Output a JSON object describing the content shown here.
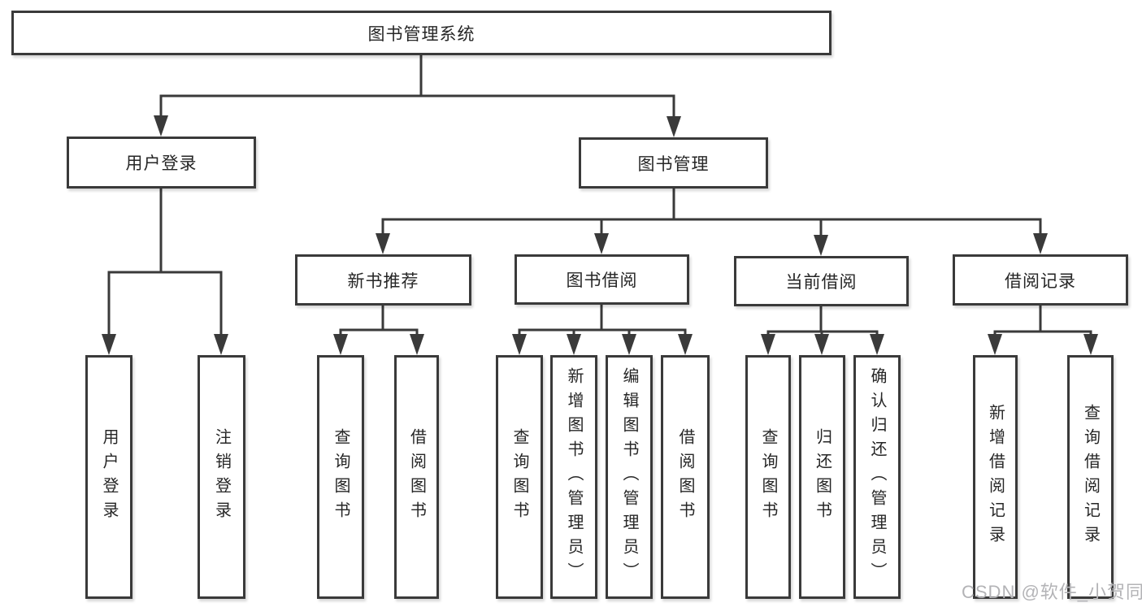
{
  "diagram_title": "图书管理系统",
  "colors": {
    "line": "#3a3a3a",
    "text": "#262626",
    "watermark": "#b3b3b6",
    "background": "#ffffff"
  },
  "tree": {
    "label": "图书管理系统",
    "children": [
      {
        "label": "用户登录",
        "children": [
          {
            "label": "用户登录"
          },
          {
            "label": "注销登录"
          }
        ]
      },
      {
        "label": "图书管理",
        "children": [
          {
            "label": "新书推荐",
            "children": [
              {
                "label": "查询图书"
              },
              {
                "label": "借阅图书"
              }
            ]
          },
          {
            "label": "图书借阅",
            "children": [
              {
                "label": "查询图书"
              },
              {
                "label": "新增图书（管理员）"
              },
              {
                "label": "编辑图书（管理员）"
              },
              {
                "label": "借阅图书"
              }
            ]
          },
          {
            "label": "当前借阅",
            "children": [
              {
                "label": "查询图书"
              },
              {
                "label": "归还图书"
              },
              {
                "label": "确认归还（管理员）"
              }
            ]
          },
          {
            "label": "借阅记录",
            "children": [
              {
                "label": "新增借阅记录"
              },
              {
                "label": "查询借阅记录"
              }
            ]
          }
        ]
      }
    ]
  },
  "watermark": {
    "text": "CSDN @软件_小贺同学"
  }
}
